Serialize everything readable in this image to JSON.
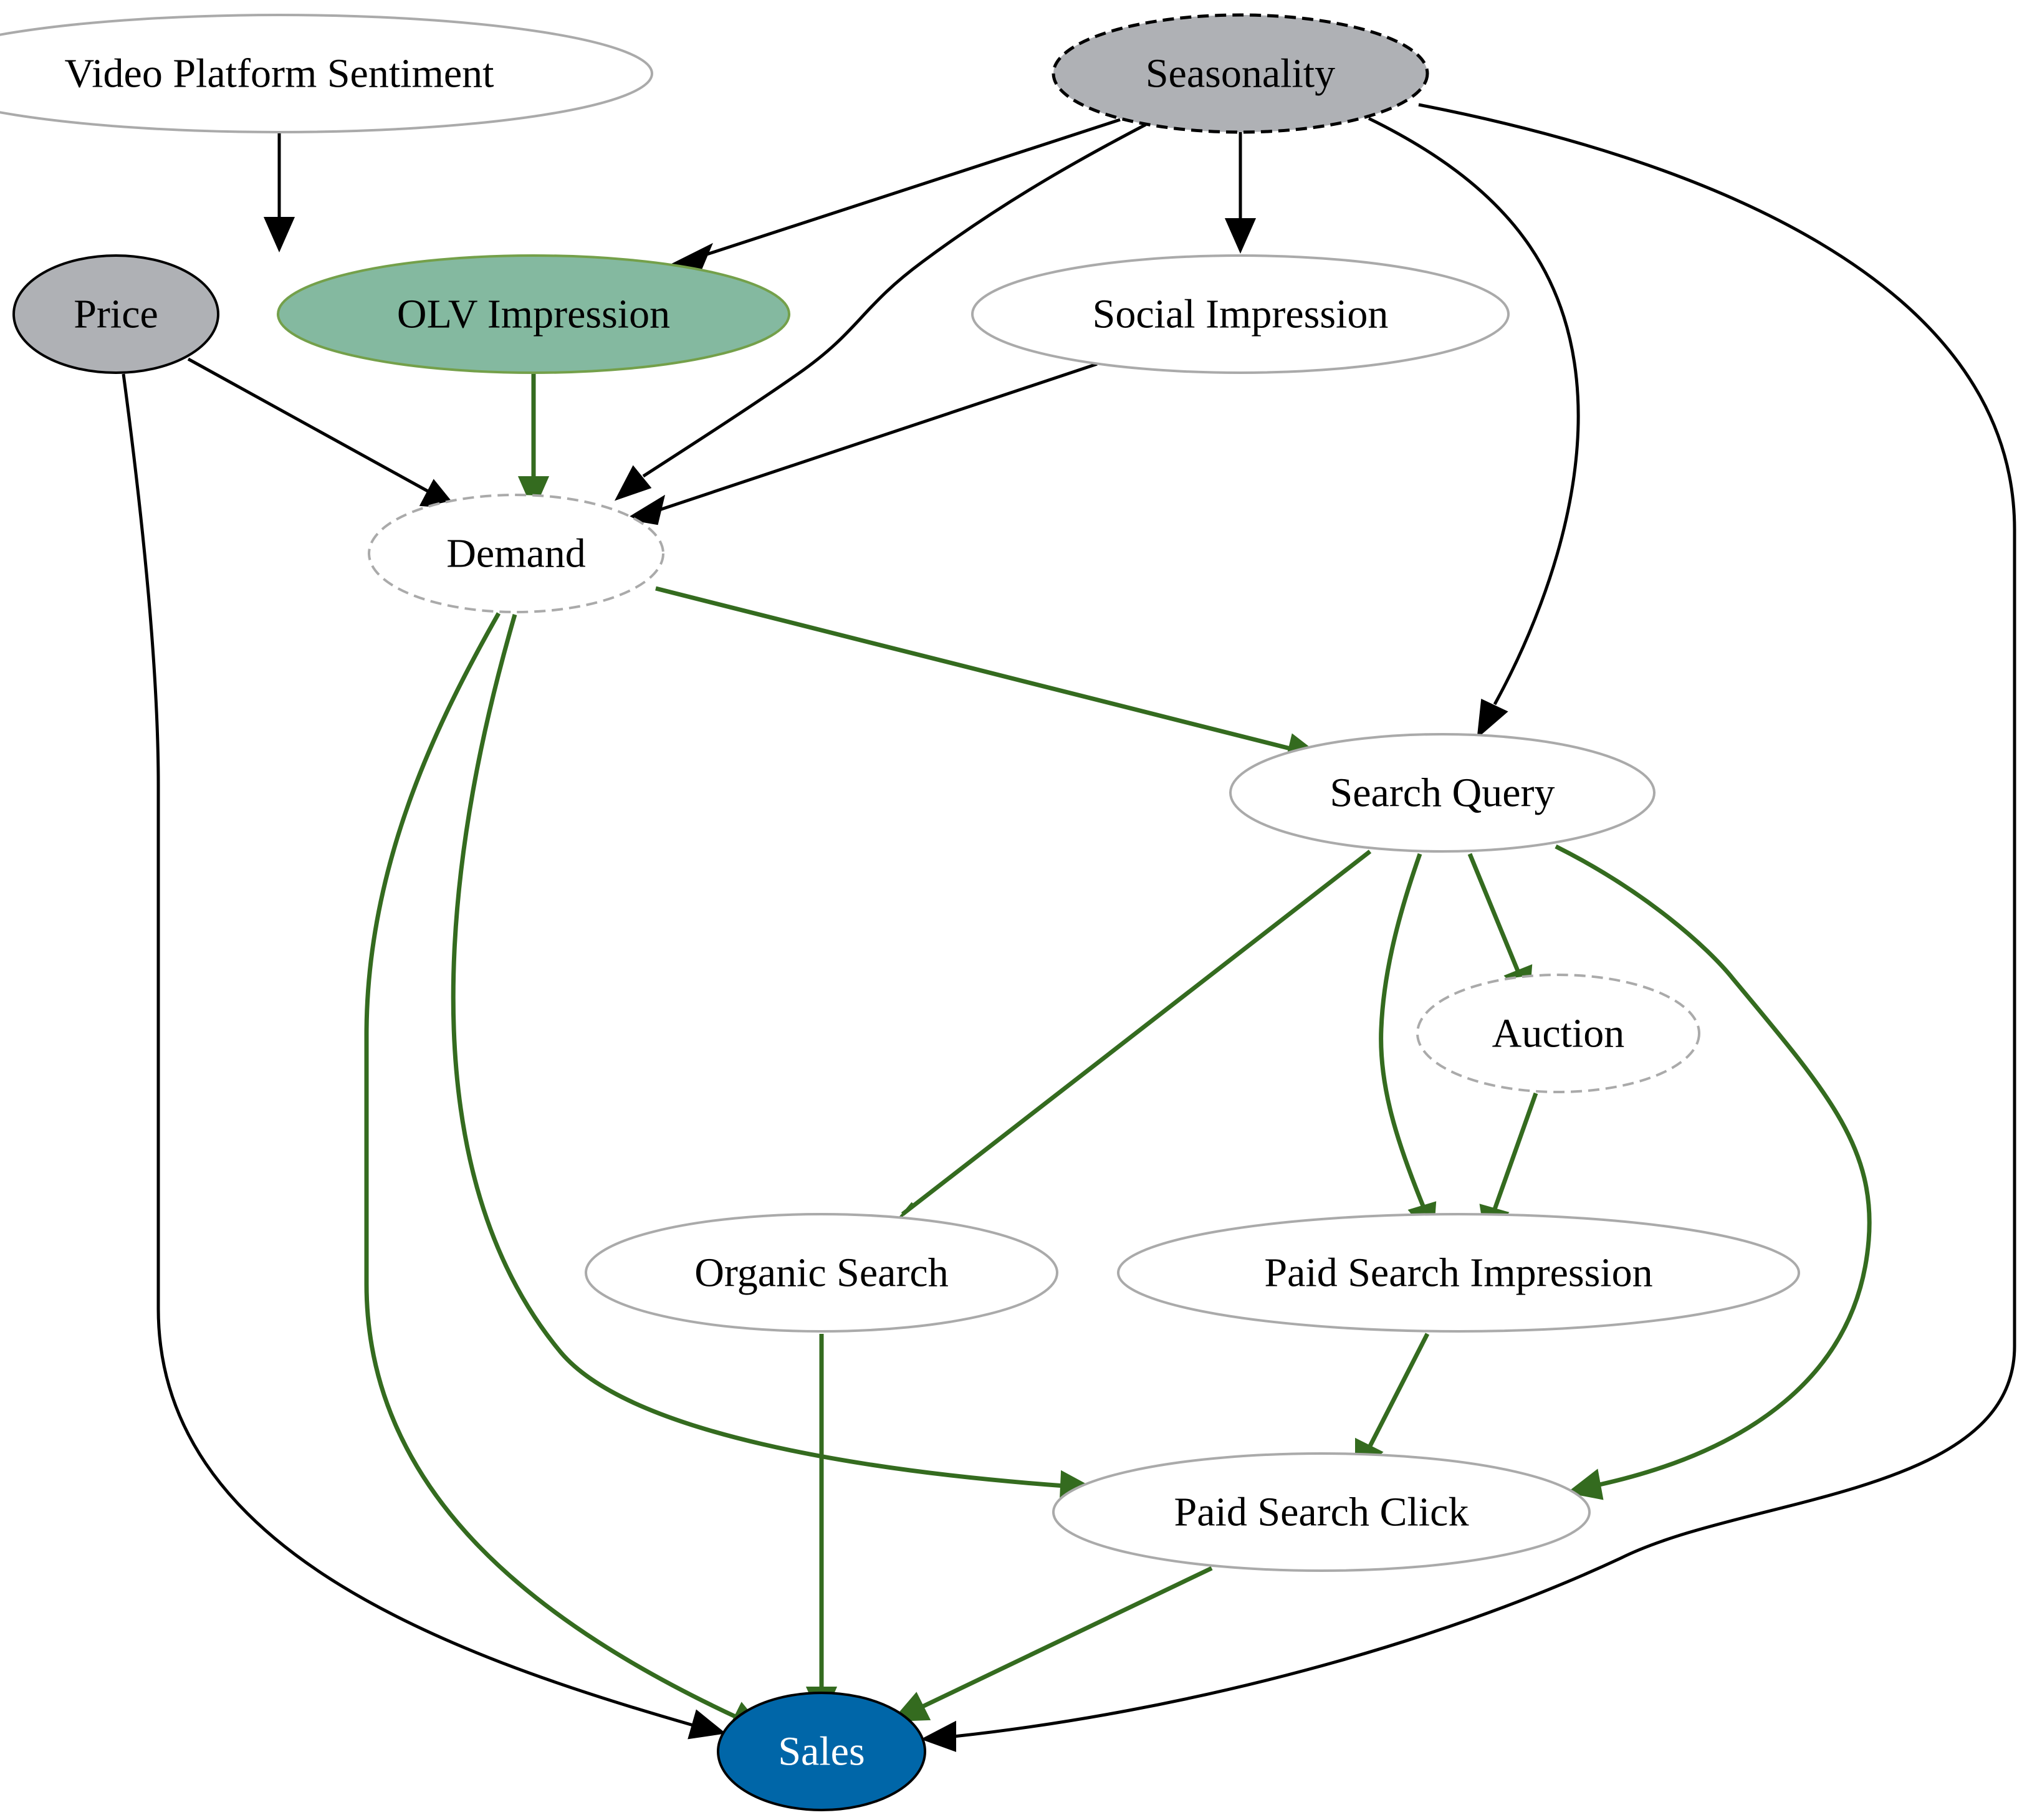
{
  "colors": {
    "green_edge": "#346b1f",
    "black_edge": "#000000",
    "gray_border": "#aaaaaa",
    "gray_fill": "#afb1b5",
    "olv_fill": "#84b9a0",
    "olv_border": "#74a04a",
    "sales_fill": "#0066a8",
    "sales_text": "#ffffff"
  },
  "nodes": {
    "video_platform_sentiment": "Video Platform Sentiment",
    "seasonality": "Seasonality",
    "price": "Price",
    "olv_impression": "OLV Impression",
    "social_impression": "Social Impression",
    "demand": "Demand",
    "search_query": "Search Query",
    "auction": "Auction",
    "organic_search": "Organic Search",
    "paid_search_impression": "Paid Search Impression",
    "paid_search_click": "Paid Search Click",
    "sales": "Sales"
  },
  "edges": [
    {
      "from": "video_platform_sentiment",
      "to": "olv_impression",
      "color": "black_edge"
    },
    {
      "from": "seasonality",
      "to": "olv_impression",
      "color": "black_edge"
    },
    {
      "from": "seasonality",
      "to": "demand",
      "color": "black_edge"
    },
    {
      "from": "seasonality",
      "to": "social_impression",
      "color": "black_edge"
    },
    {
      "from": "seasonality",
      "to": "search_query",
      "color": "black_edge"
    },
    {
      "from": "seasonality",
      "to": "sales",
      "color": "black_edge"
    },
    {
      "from": "price",
      "to": "demand",
      "color": "black_edge"
    },
    {
      "from": "price",
      "to": "sales",
      "color": "black_edge"
    },
    {
      "from": "olv_impression",
      "to": "demand",
      "color": "green_edge"
    },
    {
      "from": "social_impression",
      "to": "demand",
      "color": "black_edge"
    },
    {
      "from": "demand",
      "to": "search_query",
      "color": "green_edge"
    },
    {
      "from": "demand",
      "to": "sales",
      "color": "green_edge"
    },
    {
      "from": "demand",
      "to": "paid_search_click",
      "color": "green_edge"
    },
    {
      "from": "search_query",
      "to": "organic_search",
      "color": "green_edge"
    },
    {
      "from": "search_query",
      "to": "paid_search_impression",
      "color": "green_edge"
    },
    {
      "from": "search_query",
      "to": "auction",
      "color": "green_edge"
    },
    {
      "from": "search_query",
      "to": "paid_search_click",
      "color": "green_edge"
    },
    {
      "from": "auction",
      "to": "paid_search_impression",
      "color": "green_edge"
    },
    {
      "from": "organic_search",
      "to": "sales",
      "color": "green_edge"
    },
    {
      "from": "paid_search_impression",
      "to": "paid_search_click",
      "color": "green_edge"
    },
    {
      "from": "paid_search_click",
      "to": "sales",
      "color": "green_edge"
    }
  ]
}
